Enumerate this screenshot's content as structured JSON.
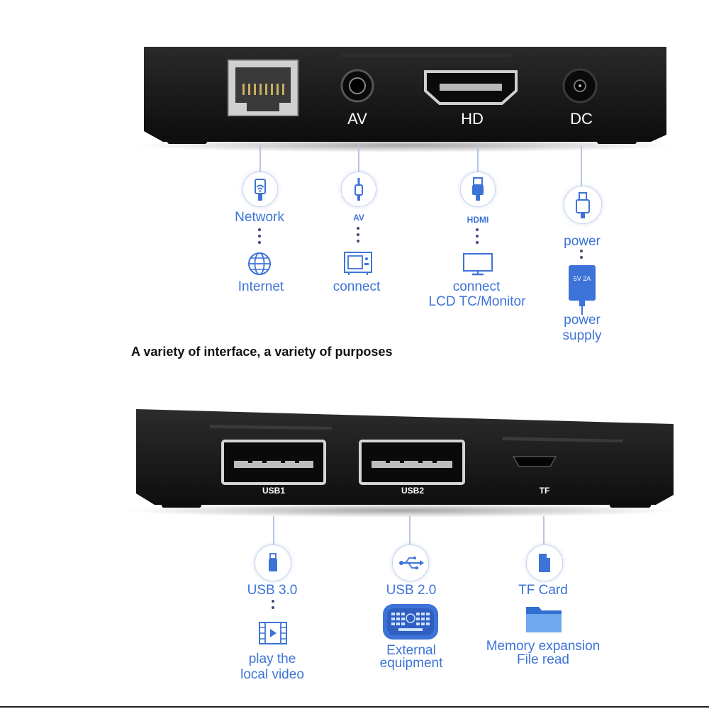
{
  "top_ports": {
    "av": "AV",
    "hd": "HD",
    "dc": "DC"
  },
  "top_features": {
    "network": {
      "label": "Network",
      "target": "Internet"
    },
    "av": {
      "label": "AV",
      "target": "connect"
    },
    "hdmi": {
      "label": "HDMI",
      "target_line1": "connect",
      "target_line2": "LCD TC/Monitor"
    },
    "power": {
      "label": "power",
      "adapter": "5V 2A",
      "target_line1": "power",
      "target_line2": "supply"
    }
  },
  "headline": "A variety of interface, a variety of purposes",
  "bottom_ports": {
    "usb1": "USB1",
    "usb2": "USB2",
    "tf": "TF"
  },
  "bottom_features": {
    "usb3": {
      "label": "USB 3.0",
      "target_line1": "play the",
      "target_line2": "local video"
    },
    "usb2": {
      "label": "USB 2.0",
      "target_line1": "External",
      "target_line2": "equipment"
    },
    "tfcard": {
      "label": "TF Card",
      "target_line1": "Memory expansion",
      "target_line2": "File read"
    }
  },
  "colors": {
    "accent_blue": "#3d73d8",
    "device_black": "#151515",
    "connector_line": "#b7c6e3"
  }
}
